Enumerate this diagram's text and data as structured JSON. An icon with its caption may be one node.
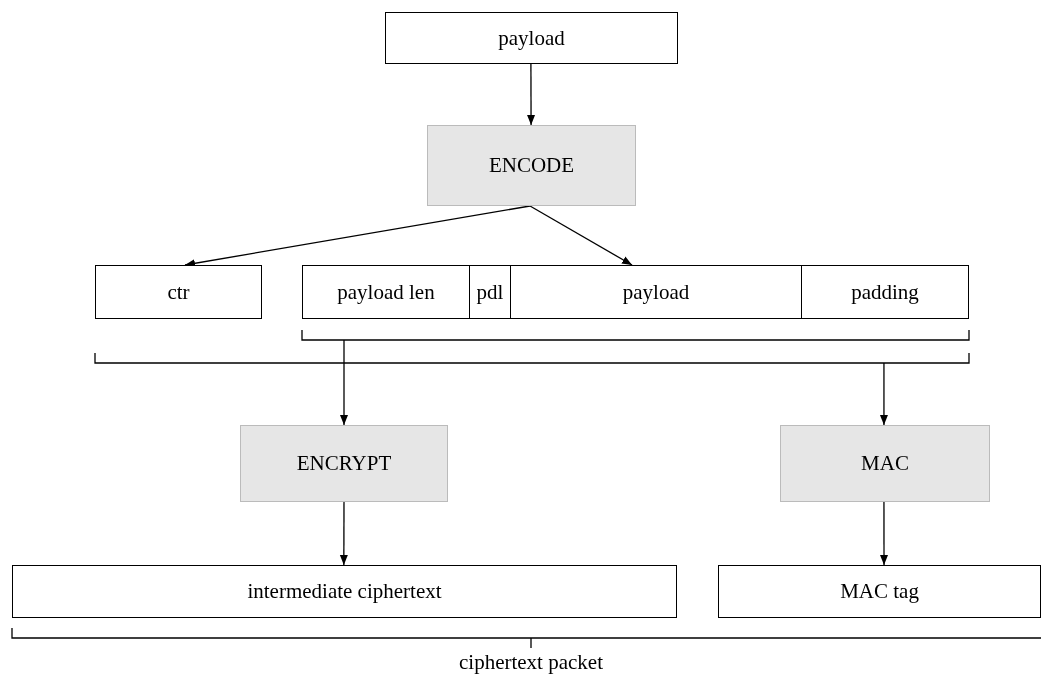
{
  "diagram": {
    "nodes": [
      {
        "text": [
          "payload"
        ]
      },
      {
        "text": [
          "ENCODE"
        ]
      },
      {
        "text": [
          "ctr"
        ]
      },
      {
        "text": [
          "payload len"
        ]
      },
      {
        "text": [
          "pdl"
        ]
      },
      {
        "text": [
          "payload"
        ]
      },
      {
        "text": [
          "padding"
        ]
      },
      {
        "text": [
          "ENCRYPT"
        ]
      },
      {
        "text": [
          "MAC"
        ]
      },
      {
        "text": [
          "intermediate ciphertext"
        ]
      },
      {
        "text": [
          "MAC tag"
        ]
      }
    ],
    "edges": [
      {
        "from": 0,
        "to": 1,
        "arrow": "to"
      },
      {
        "from": 1,
        "to": 2,
        "arrow": "to"
      },
      {
        "from": 1,
        "to": 5,
        "arrow": "to"
      },
      {
        "from": null,
        "to": 7,
        "arrow": "to"
      },
      {
        "from": null,
        "to": 8,
        "arrow": "to"
      },
      {
        "from": 7,
        "to": 9,
        "arrow": "to"
      },
      {
        "from": 8,
        "to": 10,
        "arrow": "to"
      }
    ],
    "labels": [
      "ciphertext packet"
    ]
  }
}
